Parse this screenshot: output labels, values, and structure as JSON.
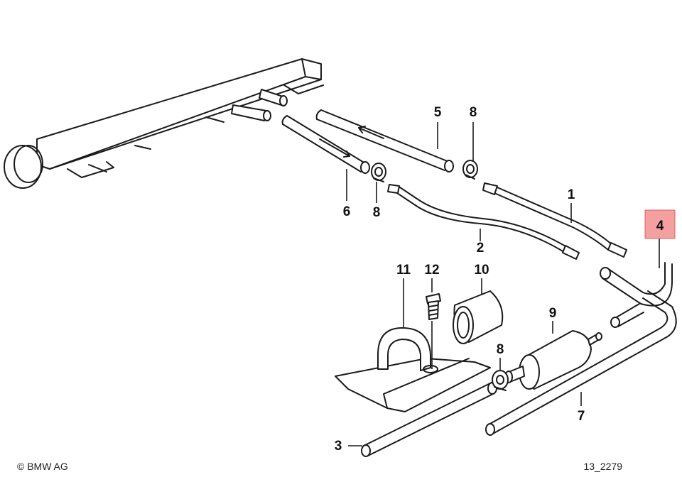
{
  "diagram": {
    "parts": [
      {
        "id": "1",
        "label": "1"
      },
      {
        "id": "2",
        "label": "2"
      },
      {
        "id": "3",
        "label": "3"
      },
      {
        "id": "4",
        "label": "4",
        "highlighted": true
      },
      {
        "id": "5",
        "label": "5"
      },
      {
        "id": "6",
        "label": "6"
      },
      {
        "id": "7",
        "label": "7"
      },
      {
        "id": "8a",
        "label": "8"
      },
      {
        "id": "8b",
        "label": "8"
      },
      {
        "id": "8c",
        "label": "8"
      },
      {
        "id": "9",
        "label": "9"
      },
      {
        "id": "10",
        "label": "10"
      },
      {
        "id": "11",
        "label": "11"
      },
      {
        "id": "12",
        "label": "12"
      }
    ],
    "highlight_color": "#f4a0a0",
    "copyright": "© BMW AG",
    "drawing_number": "13_2279"
  }
}
